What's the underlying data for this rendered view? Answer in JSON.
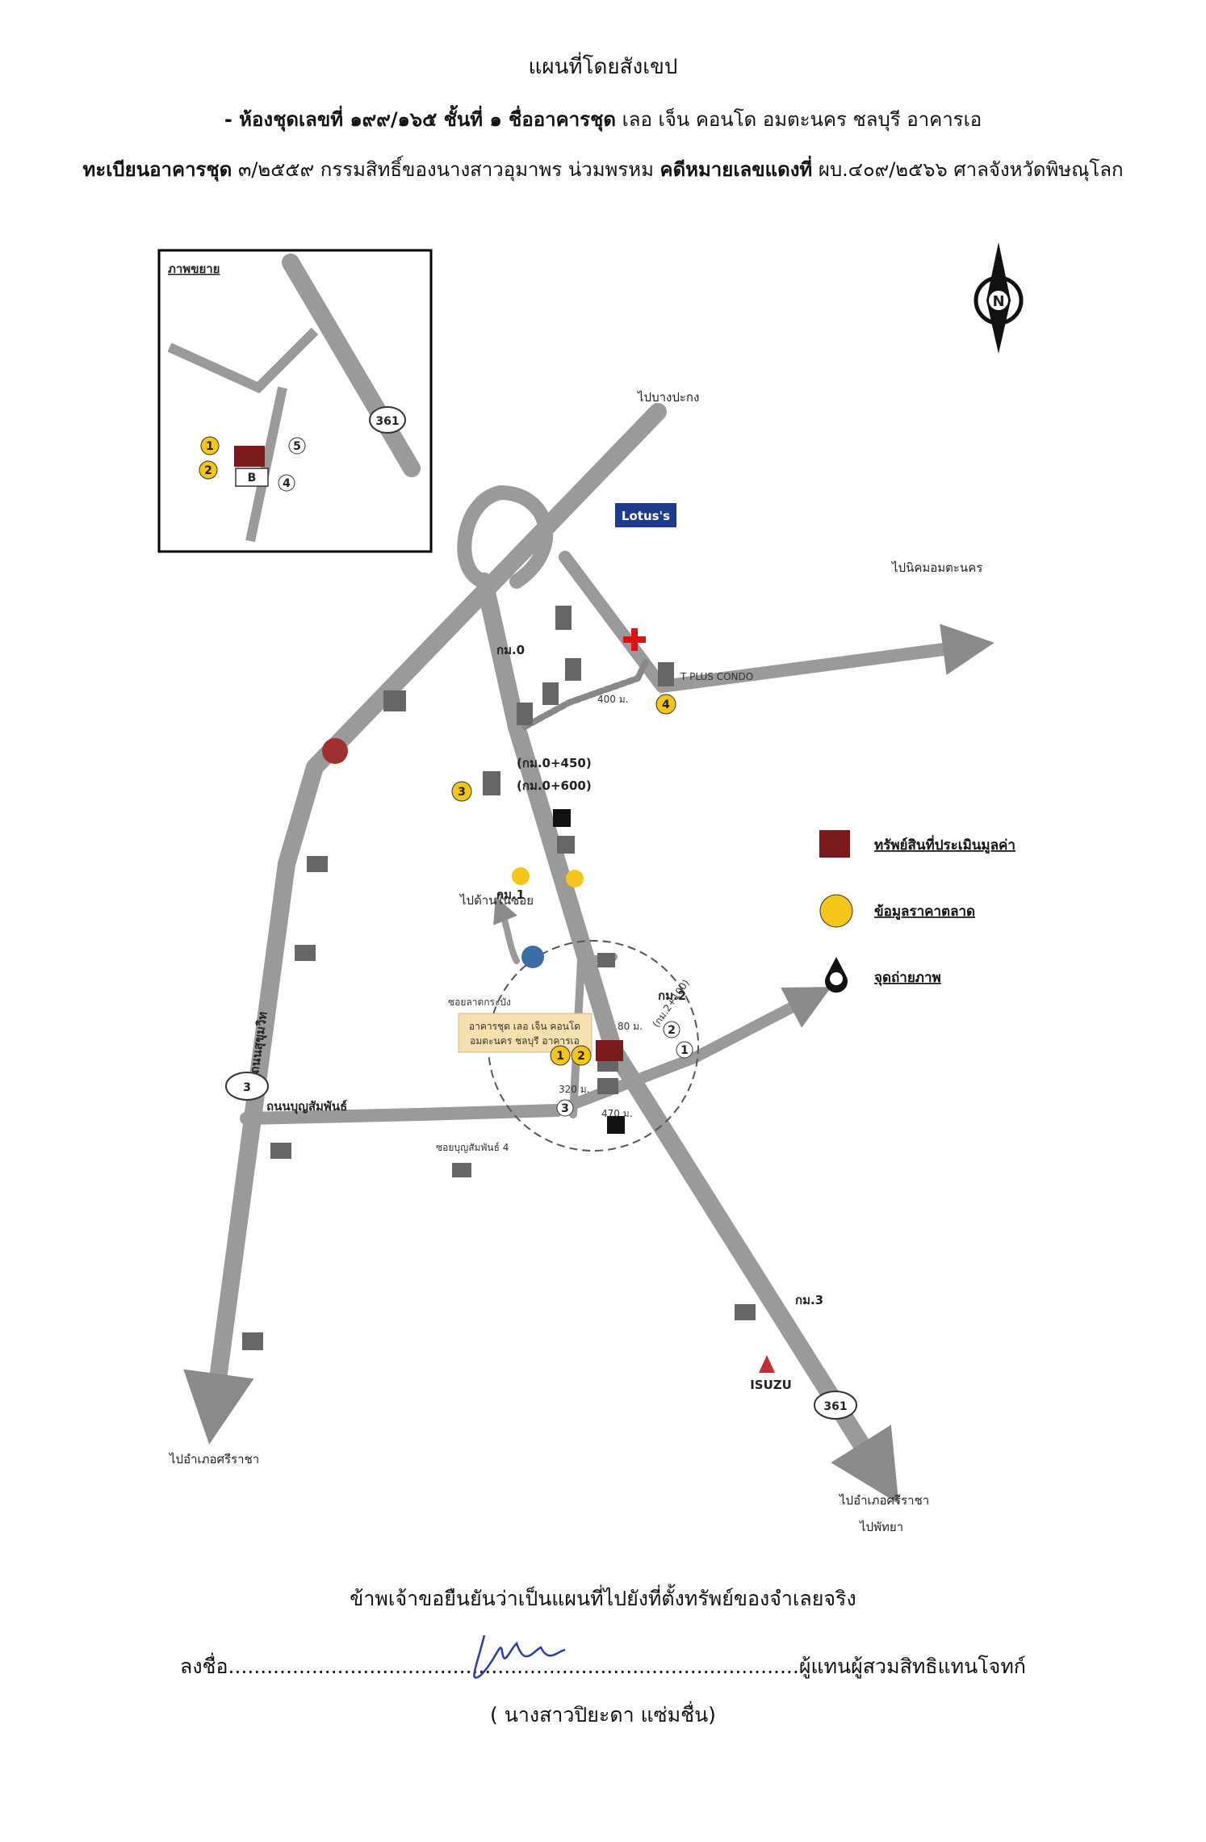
{
  "header": {
    "title": "แผนที่โดยสังเขป",
    "line1_prefix": "- ห้องชุดเลขที่ ๑๙๙/๑๖๕ ชั้นที่ ๑ ชื่ออาคารชุด",
    "line1_rest": " เลอ เจ็น คอนโด อมตะนคร ชลบุรี อาคารเอ",
    "line2_a": "ทะเบียนอาคารชุด",
    "line2_b": " ๓/๒๕๕๙ กรรมสิทธิ์ของนางสาวอุมาพร น่วมพรหม ",
    "line2_c": "คดีหมายเลขแดงที่",
    "line2_d": " ผบ.๔๐๙/๒๕๖๖ ศาลจังหวัดพิษณุโลก"
  },
  "inset": {
    "title": "ภาพขยาย",
    "route": "361",
    "building_label": "B"
  },
  "compass": {
    "letter": "N"
  },
  "map": {
    "to_bangpakong": "ไปบางปะกง",
    "to_amata": "ไปนิคมอมตะนคร",
    "to_sriracha_left": "ไปอำเภอศรีราชา",
    "to_sriracha_right": "ไปอำเภอศรีราชา",
    "to_pattaya": "ไปพัทยา",
    "to_nongkhae": "ไปด้านในซอย",
    "lotus": "Lotus's",
    "tplus": "T PLUS CONDO",
    "km0": "กม.0",
    "km0450": "(กม.0+450)",
    "km0600": "(กม.0+600)",
    "km1": "กม.1",
    "km2": "กม.2",
    "km2100": "(กม.2+100)",
    "km3": "กม.3",
    "route3": "3",
    "route361": "361",
    "road_sukhumvit": "ถนนสุขุมวิท",
    "road_boonsamphan": "ถนนบุญสัมพันธ์",
    "dist_400": "400 ม.",
    "dist_320": "320 ม.",
    "dist_470": "470 ม.",
    "dist_80": "80 ม.",
    "isuzu": "ISUZU",
    "condo_label_1": "อาคารชุด เลอ เจ็น คอนโด",
    "condo_label_2": "อมตะนคร ชลบุรี อาคารเอ",
    "soi_label": "ซอยลาดกระบัง",
    "soi_boon4": "ซอยบุญสัมพันธ์ 4"
  },
  "markers": {
    "m1": "1",
    "m2": "2",
    "m3": "3",
    "m4": "4",
    "m5": "5"
  },
  "legend": {
    "property": "ทรัพย์สินที่ประเมินมูลค่า",
    "market": "ข้อมูลราคาตลาด",
    "photo": "จุดถ่ายภาพ"
  },
  "footer": {
    "confirm": "ข้าพเจ้าขอยืนยันว่าเป็นแผนที่ไปยังที่ตั้งทรัพย์ของจำเลยจริง",
    "sign_prefix": "ลงชื่อ",
    "sign_dots": ".........................................................................................",
    "sign_suffix": "ผู้แทนผู้สวมสิทธิแทนโจทก์",
    "signer": "( นางสาวปิยะดา แซ่มชื่น)"
  },
  "colors": {
    "road": "#9a9a9a",
    "property": "#7a1a1a",
    "market": "#f5c518",
    "lotus": "#1e3a8a"
  }
}
